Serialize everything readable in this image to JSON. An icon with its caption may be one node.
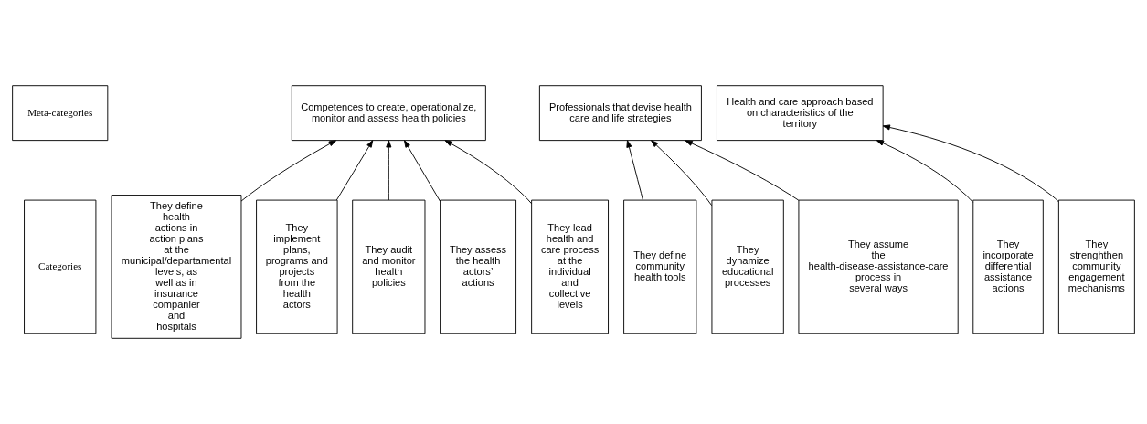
{
  "diagram": {
    "nodes": [
      {
        "text": [
          "Meta-categories"
        ]
      },
      {
        "text": [
          "Competences to create, operationalize, monitor and assess health policies"
        ]
      },
      {
        "text": [
          "Professionals that devise health care and life strategies"
        ]
      },
      {
        "text": [
          "Health and care approach based on characteristics of the territory"
        ]
      },
      {
        "text": [
          "Categories"
        ]
      },
      {
        "text": [
          "They define health actions in action plans at the municipal/departamental levels, as well as in insurance companier and hospitals"
        ]
      },
      {
        "text": [
          "They implement plans, programs and projects from the health actors"
        ]
      },
      {
        "text": [
          "They audit and monitor health policies"
        ]
      },
      {
        "text": [
          "They assess the health actors’ actions"
        ]
      },
      {
        "text": [
          "They lead health and care process at the individual and collective levels"
        ]
      },
      {
        "text": [
          "They define community health tools"
        ]
      },
      {
        "text": [
          "They dynamize educational processes"
        ]
      },
      {
        "text": [
          "They assume the health-disease-assistance-care process in several ways"
        ]
      },
      {
        "text": [
          "They incorporate differential assistance actions"
        ]
      },
      {
        "text": [
          "They strenghthen community engagement mechanisms"
        ]
      }
    ],
    "edges": [
      {
        "from": 5,
        "to": 1,
        "arrow": "to"
      },
      {
        "from": 6,
        "to": 1,
        "arrow": "to"
      },
      {
        "from": 7,
        "to": 1,
        "arrow": "to"
      },
      {
        "from": 8,
        "to": 1,
        "arrow": "to"
      },
      {
        "from": 9,
        "to": 1,
        "arrow": "to"
      },
      {
        "from": 10,
        "to": 2,
        "arrow": "to"
      },
      {
        "from": 11,
        "to": 2,
        "arrow": "to"
      },
      {
        "from": 12,
        "to": 2,
        "arrow": "to"
      },
      {
        "from": 13,
        "to": 3,
        "arrow": "to"
      },
      {
        "from": 14,
        "to": 3,
        "arrow": "to"
      }
    ]
  }
}
